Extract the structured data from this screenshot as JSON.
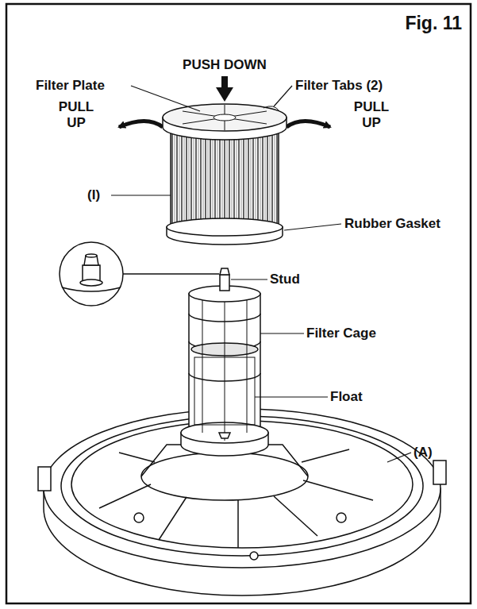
{
  "diagram": {
    "title": "Fig. 11",
    "labels": [
      "PUSH DOWN",
      "Filter Plate",
      "Filter Tabs (2)",
      "PULL UP",
      "PULL UP",
      "(I)",
      "Rubber Gasket",
      "Stud",
      "Filter Cage",
      "Float",
      "(A)"
    ]
  }
}
